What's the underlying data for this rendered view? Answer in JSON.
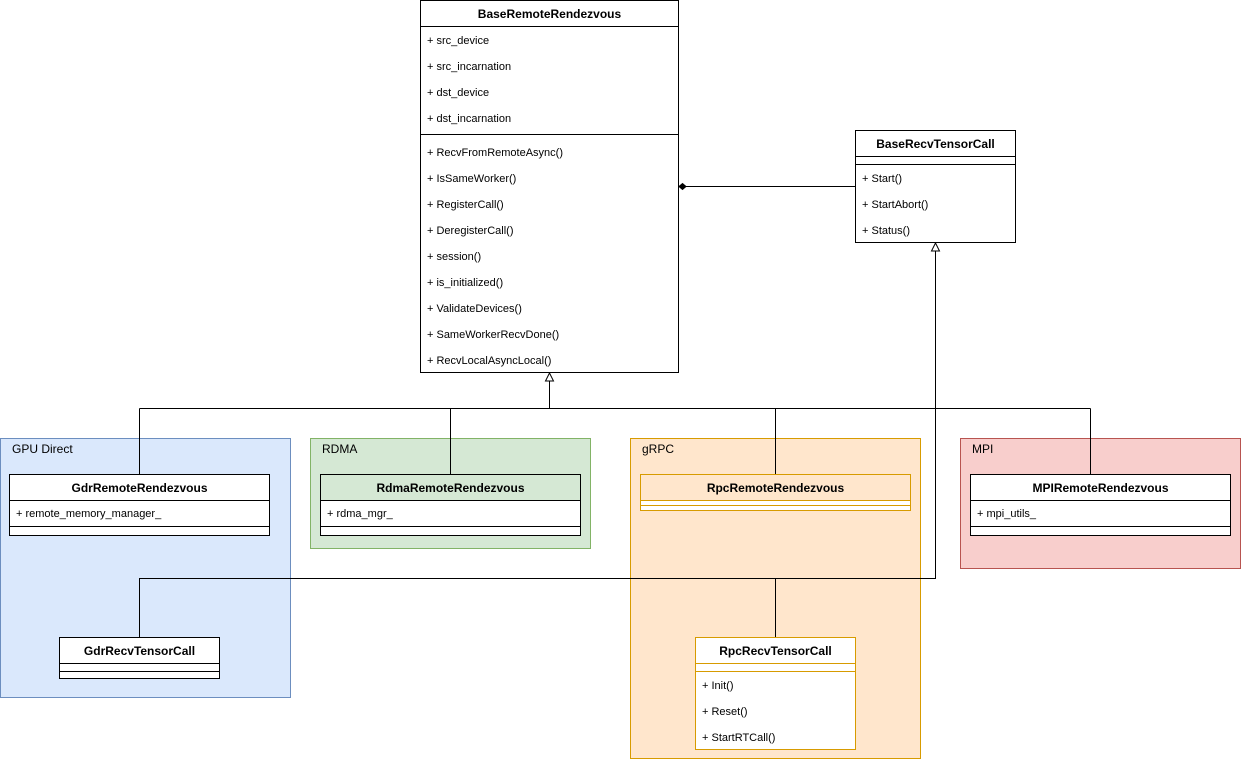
{
  "groups": {
    "gpu": {
      "label": "GPU Direct"
    },
    "rdma": {
      "label": "RDMA"
    },
    "grpc": {
      "label": "gRPC"
    },
    "mpi": {
      "label": "MPI"
    }
  },
  "classes": {
    "base_remote_rendezvous": {
      "name": "BaseRemoteRendezvous",
      "attributes": [
        "+ src_device",
        "+ src_incarnation",
        "+ dst_device",
        "+ dst_incarnation"
      ],
      "methods": [
        "+ RecvFromRemoteAsync()",
        "+ IsSameWorker()",
        "+ RegisterCall()",
        "+ DeregisterCall()",
        "+ session()",
        "+ is_initialized()",
        "+ ValidateDevices()",
        "+ SameWorkerRecvDone()",
        "+ RecvLocalAsyncLocal()"
      ]
    },
    "base_recv_tensor_call": {
      "name": "BaseRecvTensorCall",
      "methods": [
        "+ Start()",
        "+ StartAbort()",
        "+ Status()"
      ]
    },
    "gdr_remote_rendezvous": {
      "name": "GdrRemoteRendezvous",
      "attributes": [
        "+ remote_memory_manager_"
      ]
    },
    "rdma_remote_rendezvous": {
      "name": "RdmaRemoteRendezvous",
      "attributes": [
        "+ rdma_mgr_"
      ]
    },
    "rpc_remote_rendezvous": {
      "name": "RpcRemoteRendezvous"
    },
    "mpi_remote_rendezvous": {
      "name": "MPIRemoteRendezvous",
      "attributes": [
        "+ mpi_utils_"
      ]
    },
    "gdr_recv_tensor_call": {
      "name": "GdrRecvTensorCall"
    },
    "rpc_recv_tensor_call": {
      "name": "RpcRecvTensorCall",
      "methods": [
        "+ Init()",
        "+ Reset()",
        "+ StartRTCall()"
      ]
    }
  },
  "colors": {
    "gpu_fill": "#dae8fc",
    "rdma_fill": "#d5e8d4",
    "grpc_fill": "#ffe6cc",
    "mpi_fill": "#f8cecc",
    "orange_border": "#d79b00",
    "line": "#000000"
  }
}
